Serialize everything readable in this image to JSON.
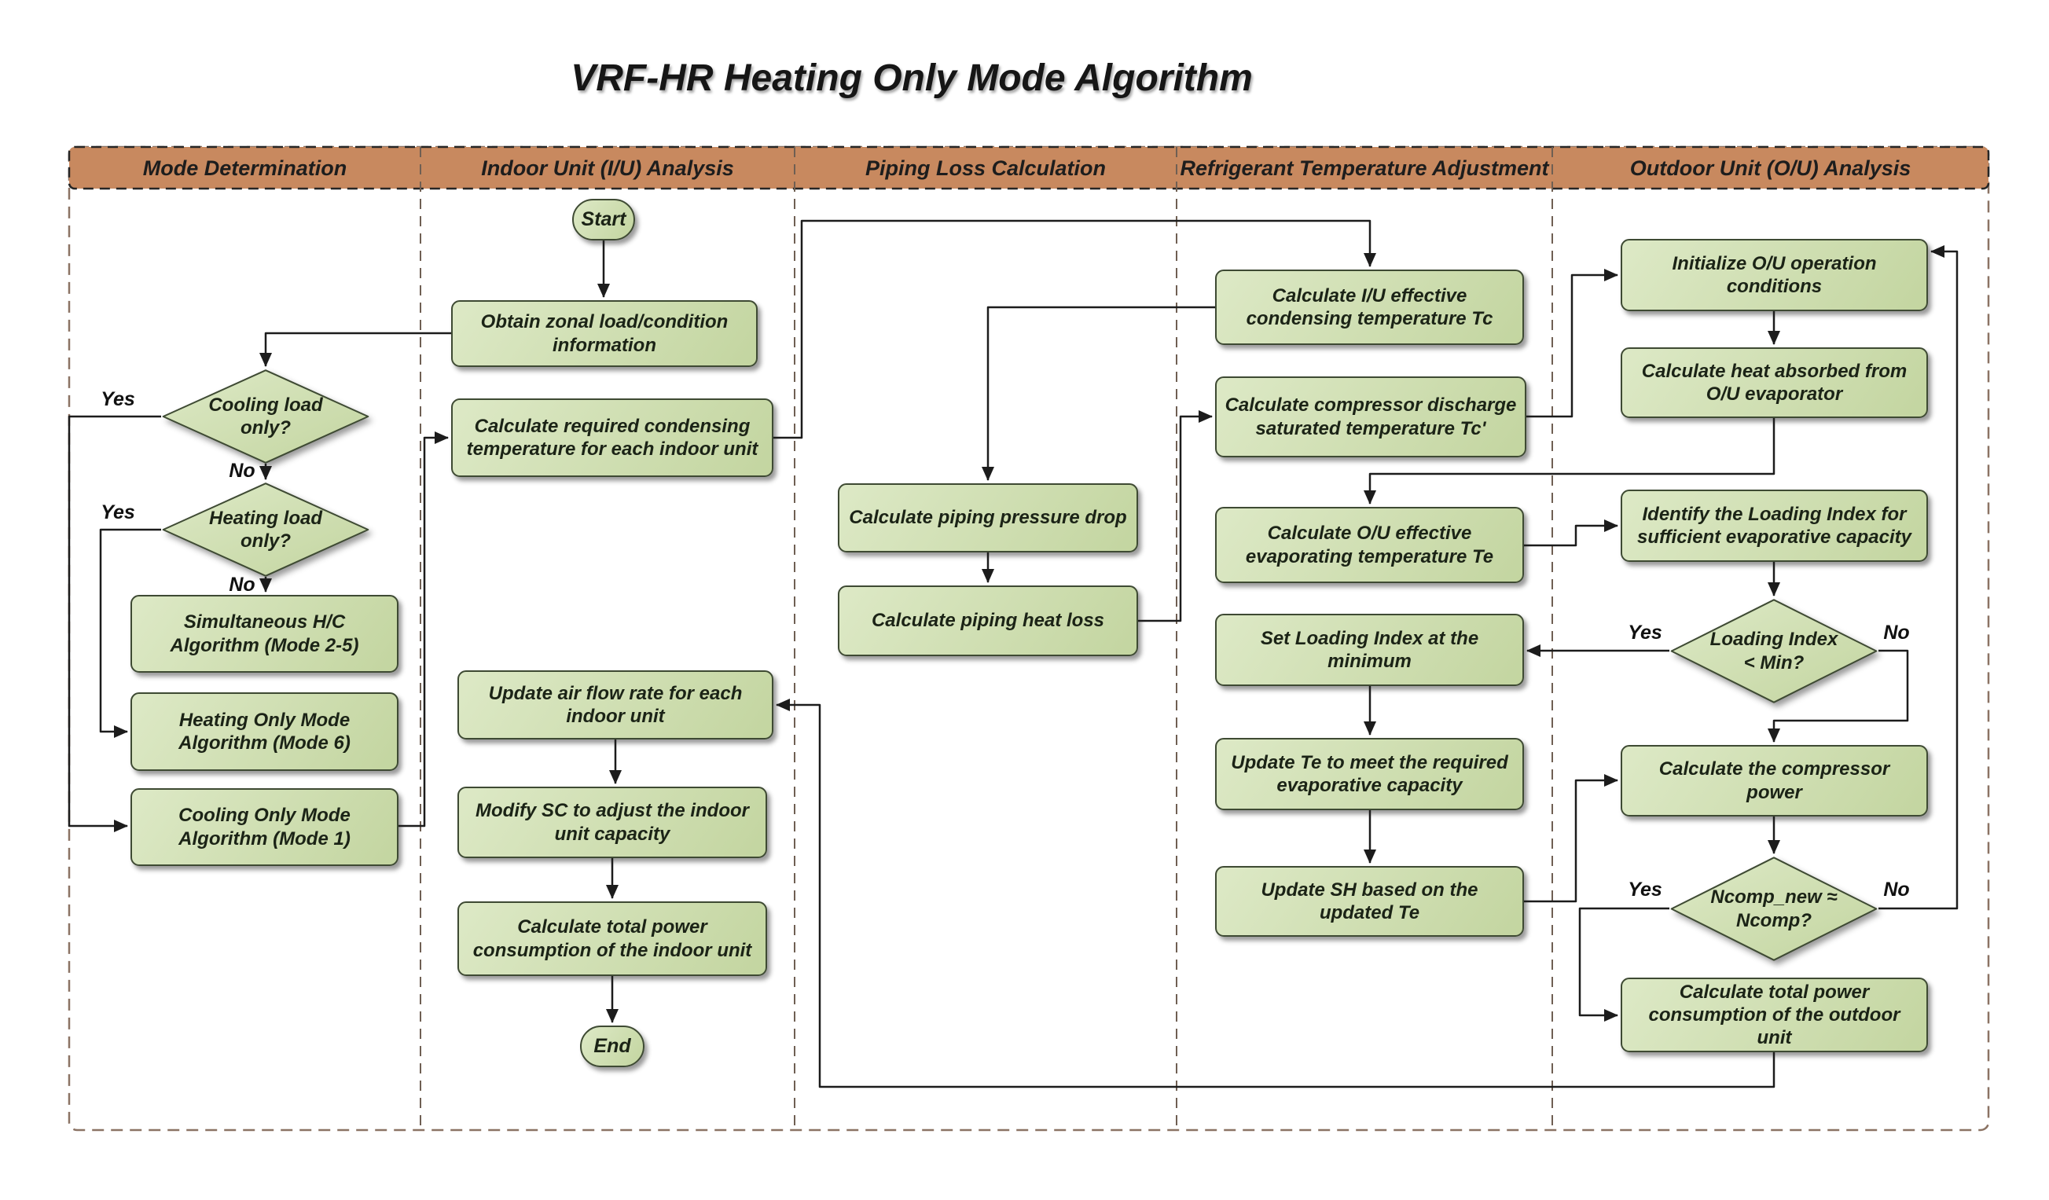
{
  "title": "VRF-HR Heating Only Mode Algorithm",
  "lanes": [
    {
      "label": "Mode Determination"
    },
    {
      "label": "Indoor Unit (I/U) Analysis"
    },
    {
      "label": "Piping Loss Calculation"
    },
    {
      "label": "Refrigerant Temperature Adjustment"
    },
    {
      "label": "Outdoor Unit (O/U) Analysis"
    }
  ],
  "labels": {
    "yes": "Yes",
    "no": "No"
  },
  "nodes": {
    "start": "Start",
    "end": "End",
    "obtain_zonal": "Obtain zonal load/condition information",
    "calc_required_condensing": "Calculate required condensing temperature for each indoor unit",
    "cooling_load_only": "Cooling load only?",
    "heating_load_only": "Heating load only?",
    "simultaneous_hc": "Simultaneous H/C Algorithm (Mode 2-5)",
    "heating_only_mode": "Heating Only Mode Algorithm (Mode 6)",
    "cooling_only_mode": "Cooling Only Mode Algorithm (Mode 1)",
    "update_air_flow": "Update air flow rate for each indoor unit",
    "modify_sc": "Modify SC to adjust the indoor unit capacity",
    "calc_total_power_iu": "Calculate total power consumption of the indoor unit",
    "calc_piping_pressure_drop": "Calculate piping pressure drop",
    "calc_piping_heat_loss": "Calculate piping heat loss",
    "calc_iu_tc": "Calculate I/U effective condensing temperature Tc",
    "calc_discharge_tc": "Calculate compressor discharge saturated temperature Tc'",
    "calc_ou_te": "Calculate O/U effective evaporating temperature Te",
    "set_loading_index": "Set Loading Index at the minimum",
    "update_te": "Update Te to meet the required evaporative capacity",
    "update_sh": "Update SH based on the updated Te",
    "initialize_ou": "Initialize O/U operation conditions",
    "calc_heat_absorbed": "Calculate heat absorbed from O/U evaporator",
    "identify_loading_index": "Identify the Loading Index for sufficient evaporative capacity",
    "loading_index_min": "Loading Index < Min?",
    "calc_compressor_power": "Calculate the compressor power",
    "ncomp_compare": "Ncomp_new ≈ Ncomp?",
    "calc_total_power_ou": "Calculate total power consumption of the outdoor unit"
  },
  "colors": {
    "header_fill": "#c8895f",
    "node_fill_light": "#dde9c6",
    "node_fill_dark": "#c3d5a0",
    "node_border": "#3e4a33",
    "lane_border": "#8b7364",
    "connector": "#1c1c1c"
  }
}
